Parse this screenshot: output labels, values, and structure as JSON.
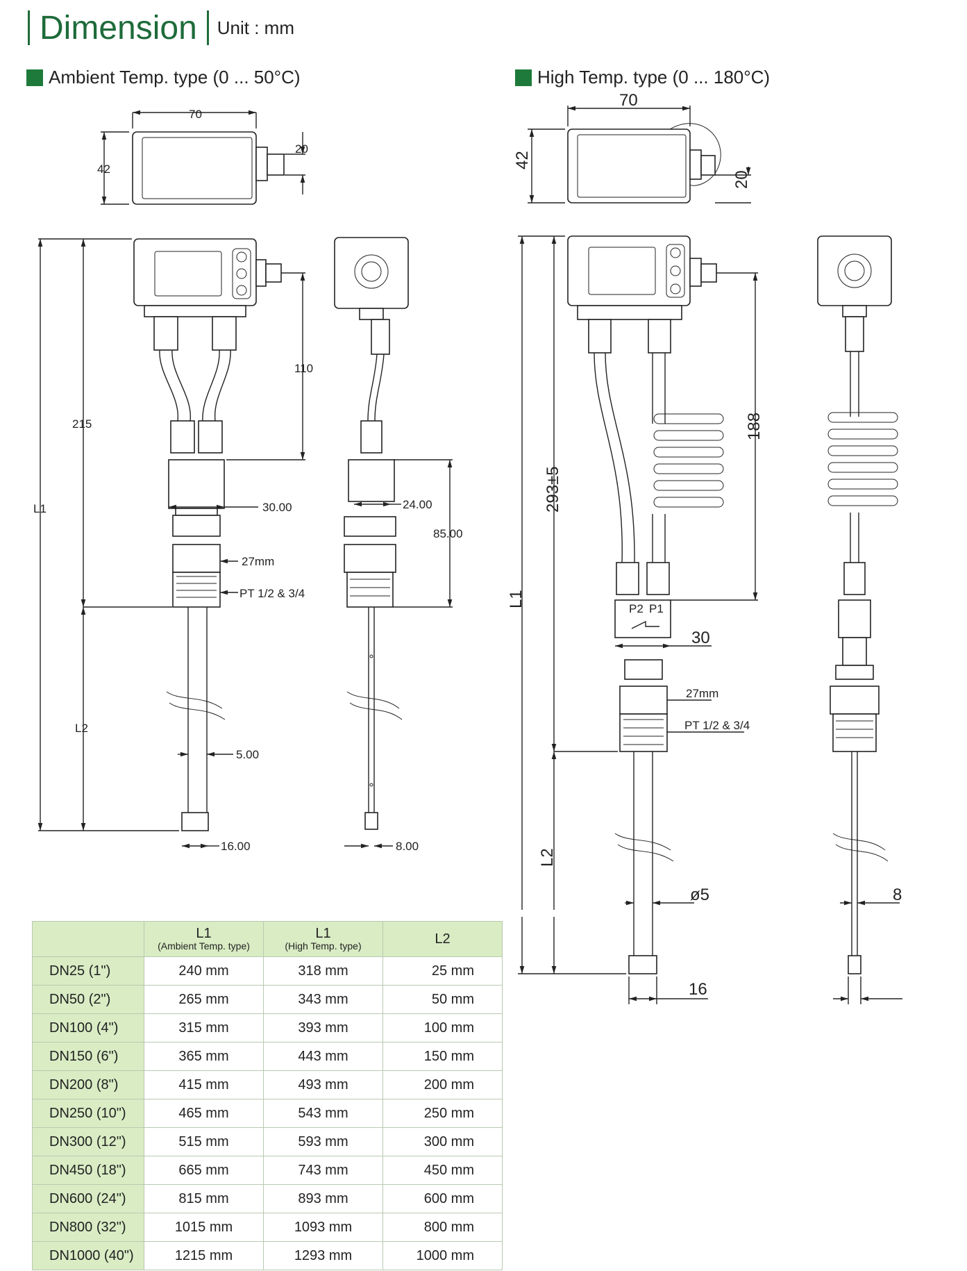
{
  "header": {
    "title": "Dimension",
    "unit": "Unit : mm"
  },
  "sections": {
    "ambient": {
      "title": "Ambient Temp. type (0 ... 50°C)"
    },
    "high": {
      "title": "High Temp. type (0 ... 180°C)"
    }
  },
  "ambient_dims": {
    "width": "70",
    "height": "42",
    "connector": "20",
    "upper": "110",
    "total": "215",
    "flow_width": "30.00",
    "hex": "27mm",
    "thread": "PT 1/2 & 3/4",
    "tube": "5.00",
    "tip": "16.00",
    "side_block": "24.00",
    "side_height": "85.00",
    "side_tip": "8.00",
    "L1": "L1",
    "L2": "L2"
  },
  "high_dims": {
    "width": "70",
    "height": "42",
    "connector": "20",
    "coil": "188",
    "total": "293±5",
    "flow_width": "30",
    "hex": "27mm",
    "thread": "PT 1/2 & 3/4",
    "tube": "ø5",
    "tip": "16",
    "side_tip": "8",
    "L1": "L1",
    "L2": "L2",
    "p2": "P2",
    "p1": "P1"
  },
  "table": {
    "headers": [
      {
        "main": "",
        "sub": ""
      },
      {
        "main": "L1",
        "sub": "(Ambient Temp. type)"
      },
      {
        "main": "L1",
        "sub": "(High Temp. type)"
      },
      {
        "main": "L2",
        "sub": ""
      }
    ],
    "rows": [
      [
        "DN25 (1\")",
        "240 mm",
        "318 mm",
        "25 mm"
      ],
      [
        "DN50 (2\")",
        "265 mm",
        "343 mm",
        "50 mm"
      ],
      [
        "DN100 (4\")",
        "315 mm",
        "393 mm",
        "100 mm"
      ],
      [
        "DN150 (6\")",
        "365 mm",
        "443 mm",
        "150 mm"
      ],
      [
        "DN200 (8\")",
        "415 mm",
        "493 mm",
        "200 mm"
      ],
      [
        "DN250 (10\")",
        "465 mm",
        "543 mm",
        "250 mm"
      ],
      [
        "DN300 (12\")",
        "515 mm",
        "593 mm",
        "300 mm"
      ],
      [
        "DN450 (18\")",
        "665 mm",
        "743 mm",
        "450 mm"
      ],
      [
        "DN600 (24\")",
        "815 mm",
        "893 mm",
        "600 mm"
      ],
      [
        "DN800 (32\")",
        "1015 mm",
        "1093 mm",
        "800 mm"
      ],
      [
        "DN1000 (40\")",
        "1215 mm",
        "1293 mm",
        "1000 mm"
      ]
    ]
  }
}
